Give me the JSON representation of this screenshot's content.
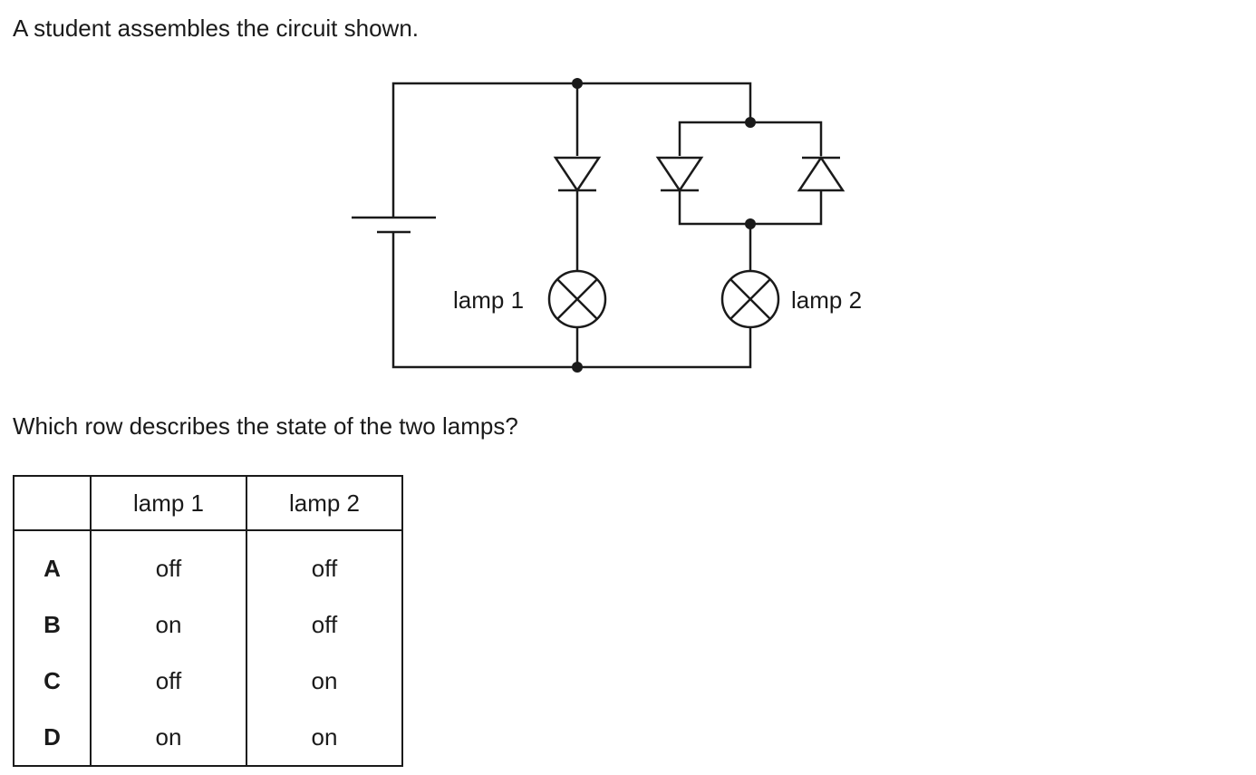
{
  "intro": "A student assembles the circuit shown.",
  "question": "Which row describes the state of the two lamps?",
  "diagram": {
    "labels": {
      "lamp1": "lamp 1",
      "lamp2": "lamp 2"
    },
    "components": [
      {
        "type": "cell",
        "name": "cell"
      },
      {
        "type": "diode",
        "name": "diode-1",
        "branch": "left",
        "direction": "down"
      },
      {
        "type": "diode",
        "name": "diode-2",
        "branch": "right-parallel-left",
        "direction": "down"
      },
      {
        "type": "diode",
        "name": "diode-3",
        "branch": "right-parallel-right",
        "direction": "up"
      },
      {
        "type": "lamp",
        "name": "lamp 1"
      },
      {
        "type": "lamp",
        "name": "lamp 2"
      }
    ]
  },
  "table": {
    "headers": [
      "",
      "lamp 1",
      "lamp 2"
    ],
    "rows": [
      {
        "key": "A",
        "lamp1": "off",
        "lamp2": "off"
      },
      {
        "key": "B",
        "lamp1": "on",
        "lamp2": "off"
      },
      {
        "key": "C",
        "lamp1": "off",
        "lamp2": "on"
      },
      {
        "key": "D",
        "lamp1": "on",
        "lamp2": "on"
      }
    ]
  }
}
